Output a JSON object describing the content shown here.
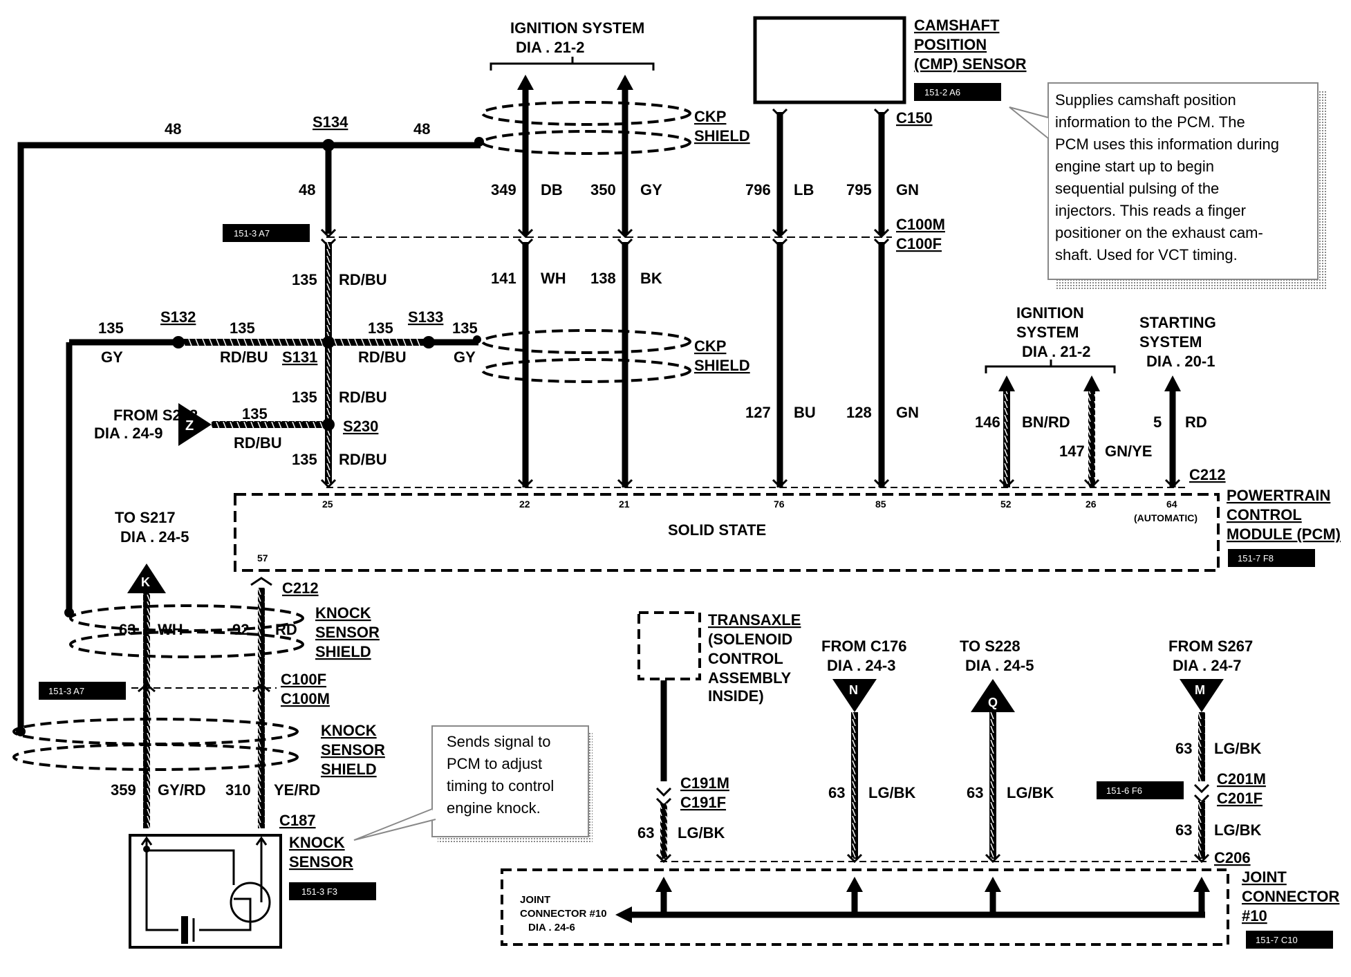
{
  "ignition_top": {
    "l1": "IGNITION SYSTEM",
    "l2": "DIA . 21-2"
  },
  "cmp": {
    "l1": "CAMSHAFT",
    "l2": "POSITION",
    "l3": "(CMP) SENSOR",
    "ref": "151-2 A6",
    "conn": "C150"
  },
  "callout_cmp": [
    "Supplies camshaft position",
    "information to the PCM. The",
    "PCM uses this information during",
    "engine start up to begin",
    "sequential pulsing of the",
    "injectors.  This reads a finger",
    "positioner on the exhaust cam-",
    "shaft. Used for VCT timing."
  ],
  "ckp1": {
    "l1": "CKP",
    "l2": "SHIELD"
  },
  "ckp2": {
    "l1": "CKP",
    "l2": "SHIELD"
  },
  "splices": {
    "s134": "S134",
    "s132": "S132",
    "s133": "S133",
    "s131": "S131",
    "s230": "S230"
  },
  "circuits": {
    "c48a": "48",
    "c48b": "48",
    "c48c": "48",
    "c349": "349",
    "c349col": "DB",
    "c350": "350",
    "c350col": "GY",
    "c796": "796",
    "c796col": "LB",
    "c795": "795",
    "c795col": "GN",
    "c141": "141",
    "c141col": "WH",
    "c138": "138",
    "c138col": "BK",
    "c135a": "135",
    "c135acol": "RD/BU",
    "c135b": "135",
    "c135bcol": "GY",
    "c135c": "135",
    "c135ccol": "RD/BU",
    "c135d": "135",
    "c135dcol": "RD/BU",
    "c135e": "135",
    "c135ecol": "GY",
    "c135f": "135",
    "c135fcol": "RD/BU",
    "c135g": "135",
    "c135gcol": "RD/BU",
    "c135h": "135",
    "c135hcol": "RD/BU",
    "c127": "127",
    "c127col": "BU",
    "c128": "128",
    "c128col": "GN",
    "c146": "146",
    "c146col": "BN/RD",
    "c147": "147",
    "c147col": "GN/YE",
    "c5": "5",
    "c5col": "RD"
  },
  "conn_mid": {
    "m": "C100M",
    "f": "C100F",
    "ref": "151-3 A7"
  },
  "from_s212": {
    "l1": "FROM S212",
    "l2": "DIA . 24-9",
    "letter": "Z"
  },
  "ign_right": {
    "l1": "IGNITION",
    "l2": "SYSTEM",
    "l3": "DIA . 21-2"
  },
  "starting": {
    "l1": "STARTING",
    "l2": "SYSTEM",
    "l3": "DIA . 20-1"
  },
  "pcm": {
    "conn": "C212",
    "l1": "POWERTRAIN",
    "l2": "CONTROL",
    "l3": "MODULE (PCM)",
    "ref": "151-7 F8",
    "state": "SOLID STATE",
    "auto": "(AUTOMATIC)",
    "pins": {
      "p25": "25",
      "p22": "22",
      "p21": "21",
      "p76": "76",
      "p85": "85",
      "p52": "52",
      "p26": "26",
      "p64": "64",
      "p57": "57"
    }
  },
  "to_s217": {
    "l1": "TO S217",
    "l2": "DIA . 24-5",
    "letter": "K"
  },
  "knock": {
    "c212": "C212",
    "shield1": [
      "KNOCK",
      "SENSOR",
      "SHIELD"
    ],
    "shield2": [
      "KNOCK",
      "SENSOR",
      "SHIELD"
    ],
    "c63": "63",
    "c63col": "WH",
    "c92": "92",
    "c92col": "RD",
    "c100f": "C100F",
    "c100m": "C100M",
    "ref1": "151-3 A7",
    "c359": "359",
    "c359col": "GY/RD",
    "c310": "310",
    "c310col": "YE/RD",
    "c187": "C187",
    "sensor": [
      "KNOCK",
      "SENSOR"
    ],
    "ref2": "151-3 F3"
  },
  "callout_knock": [
    "Sends signal to",
    "PCM to adjust",
    "timing to control",
    "engine knock."
  ],
  "transaxle": {
    "l1": "TRANSAXLE",
    "l2": "(SOLENOID",
    "l3": "CONTROL",
    "l4": "ASSEMBLY",
    "l5": "INSIDE)",
    "c191m": "C191M",
    "c191f": "C191F",
    "w": "63",
    "wcol": "LG/BK"
  },
  "from_c176": {
    "l1": "FROM C176",
    "l2": "DIA . 24-3",
    "letter": "N",
    "w": "63",
    "wcol": "LG/BK"
  },
  "to_s228": {
    "l1": "TO S228",
    "l2": "DIA . 24-5",
    "letter": "Q",
    "w": "63",
    "wcol": "LG/BK"
  },
  "from_s267": {
    "l1": "FROM S267",
    "l2": "DIA . 24-7",
    "letter": "M",
    "w1": "63",
    "w1col": "LG/BK",
    "c201m": "C201M",
    "c201f": "C201F",
    "ref": "151-6 F6",
    "w2": "63",
    "w2col": "LG/BK",
    "c206": "C206"
  },
  "joint": {
    "l1": "JOINT",
    "l2": "CONNECTOR",
    "l3": "#10",
    "ref": "151-7 C10",
    "inner1": "JOINT",
    "inner2": "CONNECTOR #10",
    "inner3": "DIA . 24-6"
  }
}
